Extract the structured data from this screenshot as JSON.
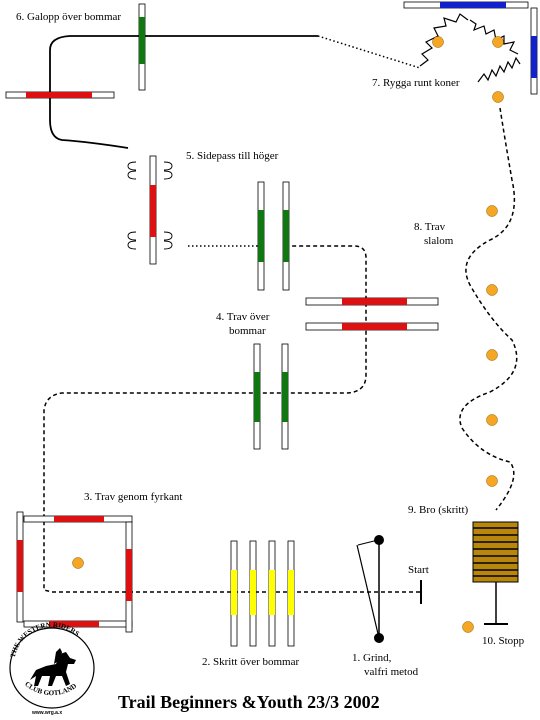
{
  "title": "Trail Beginners &Youth 23/3 2002",
  "colors": {
    "red": "#dd1111",
    "green": "#117711",
    "yellow": "#ffff00",
    "blue": "#1122cc",
    "cone": "#f5a623",
    "bridge": "#b8860b"
  },
  "obstacles": [
    {
      "id": 1,
      "label_lines": [
        "1. Grind,",
        "valfri metod"
      ]
    },
    {
      "id": 2,
      "label_lines": [
        "2. Skritt över bommar"
      ]
    },
    {
      "id": 3,
      "label_lines": [
        "3. Trav genom fyrkant"
      ]
    },
    {
      "id": 4,
      "label_lines": [
        "4. Trav över",
        "bommar"
      ]
    },
    {
      "id": 5,
      "label_lines": [
        "5. Sidepass till höger"
      ]
    },
    {
      "id": 6,
      "label_lines": [
        "6. Galopp över bommar"
      ]
    },
    {
      "id": 7,
      "label_lines": [
        "7. Rygga runt koner"
      ]
    },
    {
      "id": 8,
      "label_lines": [
        "8. Trav",
        "slalom"
      ]
    },
    {
      "id": 9,
      "label_lines": [
        "9. Bro (skritt)"
      ]
    },
    {
      "id": 10,
      "label_lines": [
        "10. Stopp"
      ]
    }
  ],
  "start_label": "Start",
  "logo": {
    "top_text": "THE WESTERN RIDERS",
    "bottom_text": "CLUB GOTLAND",
    "url": "www.wrg.a.x"
  }
}
